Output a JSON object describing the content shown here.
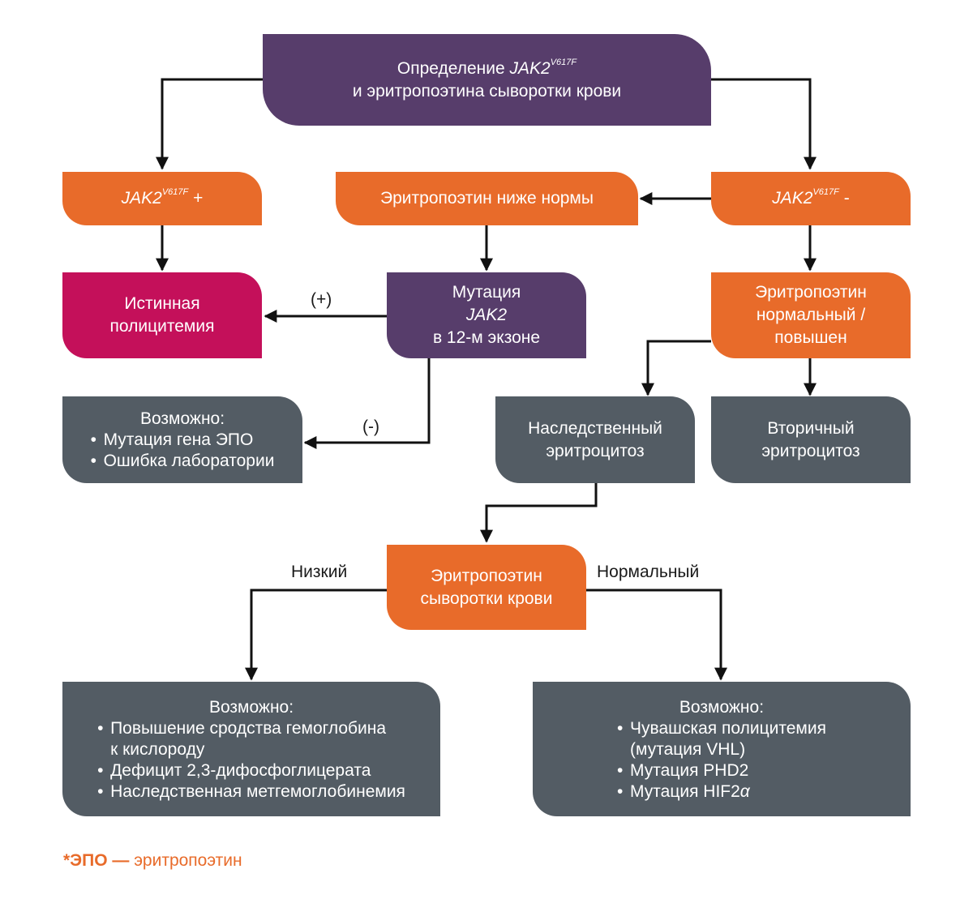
{
  "top": {
    "prefix": "Определение ",
    "gene": "JAK2",
    "sup": "V617F",
    "line2": "и эритропоэтина сыворотки крови"
  },
  "jak_pos": {
    "gene": "JAK2",
    "sup": "V617F",
    "suffix": " +"
  },
  "epo_low": "Эритропоэтин ниже нормы",
  "jak_neg": {
    "gene": "JAK2",
    "sup": "V617F",
    "suffix": " -"
  },
  "pv": {
    "line1": "Истинная",
    "line2": "полицитемия"
  },
  "mutation": {
    "line1": "Мутация",
    "line2": "JAK2",
    "line3": "в 12-м экзоне"
  },
  "epo_normal": {
    "line1": "Эритропоэтин",
    "line2": "нормальный /",
    "line3": "повышен"
  },
  "label_plus": "(+)",
  "label_minus": "(-)",
  "possible1": {
    "title": "Возможно:",
    "items": [
      "Мутация гена ЭПО",
      "Ошибка лаборатории"
    ]
  },
  "hereditary": {
    "line1": "Наследственный",
    "line2": "эритроцитоз"
  },
  "secondary": {
    "line1": "Вторичный",
    "line2": "эритроцитоз"
  },
  "serum": {
    "line1": "Эритропоэтин",
    "line2": "сыворотки крови"
  },
  "label_low": "Низкий",
  "label_normal": "Нормальный",
  "possible_low": {
    "title": "Возможно:",
    "items": [
      "Повышение сродства гемоглобина",
      "к кислороду",
      "Дефицит 2,3-дифосфоглицерата",
      "Наследственная метгемоглобинемия"
    ]
  },
  "possible_normal": {
    "title": "Возможно:",
    "items": [
      "Чувашская полицитемия",
      "(мутация VHL)",
      "Мутация PHD2"
    ],
    "last_prefix": "Мутация HIF2",
    "last_alpha": "α"
  },
  "footnote": {
    "abbr": "*ЭПО —",
    "text": " эритропоэтин"
  },
  "colors": {
    "purple": "#573D6B",
    "orange": "#E86B2A",
    "magenta": "#C4105A",
    "gray": "#535C64"
  }
}
